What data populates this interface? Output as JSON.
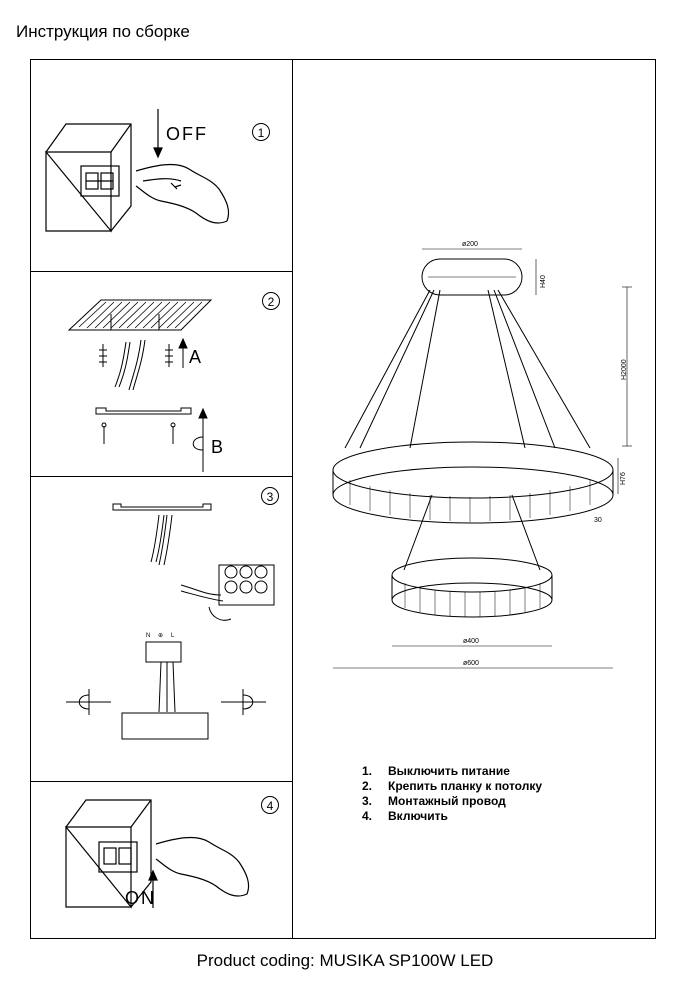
{
  "header": {
    "title": "Инструкция по сборке"
  },
  "panels": [
    {
      "number": "1",
      "label": "OFF"
    },
    {
      "number": "2",
      "label_a": "A",
      "label_b": "B"
    },
    {
      "number": "3"
    },
    {
      "number": "4",
      "label": "ON"
    }
  ],
  "terminal_labels": [
    "N",
    "⊕",
    "L"
  ],
  "dimensions": {
    "canopy_diameter": "ø200",
    "canopy_height": "H40",
    "suspension_height": "H2000",
    "ring_height": "H76",
    "ring_width": "30",
    "lower_diameter": "ø400",
    "upper_diameter": "ø600"
  },
  "steps": [
    {
      "num": "1.",
      "text": "Выключить питание"
    },
    {
      "num": "2.",
      "text": "Крепить планку к потолку"
    },
    {
      "num": "3.",
      "text": "Монтажный провод"
    },
    {
      "num": "4.",
      "text": "Включить"
    }
  ],
  "footer": {
    "product_coding": "Product coding: MUSIKA SP100W LED"
  }
}
